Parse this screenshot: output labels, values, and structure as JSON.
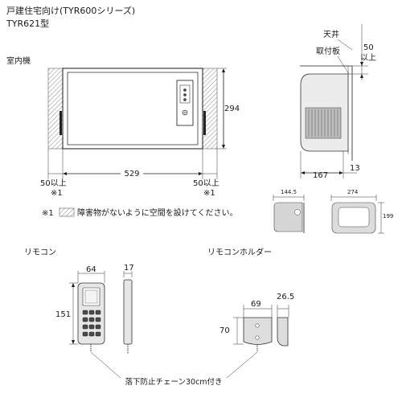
{
  "header": {
    "line1": "戸建住宅向け(TYR600シリーズ)",
    "line2": "TYR621型"
  },
  "indoor_unit": {
    "label": "室内機",
    "dim_width": "529",
    "dim_height": "294",
    "clear_left": "50以上",
    "clear_right": "50以上",
    "note_mark_left": "※1",
    "note_mark_right": "※1"
  },
  "side_view": {
    "label_ceiling": "天井",
    "label_plate": "取付板",
    "dim_top_value": "50",
    "dim_top_suffix": "以上",
    "dim_depth": "167",
    "dim_offset": "13"
  },
  "small_views": {
    "left_dim": "144.5",
    "right_dim_width": "274",
    "right_dim_height": "199"
  },
  "footnote": {
    "mark": "※1",
    "text": "障害物がないように空間を設けてください。"
  },
  "remote": {
    "label": "リモコン",
    "dim_width": "64",
    "dim_depth": "17",
    "dim_height": "151"
  },
  "holder": {
    "label": "リモコンホルダー",
    "dim_width": "69",
    "dim_depth": "26.5",
    "dim_height": "70"
  },
  "chain_note": "落下防止チェーン30cm付き"
}
